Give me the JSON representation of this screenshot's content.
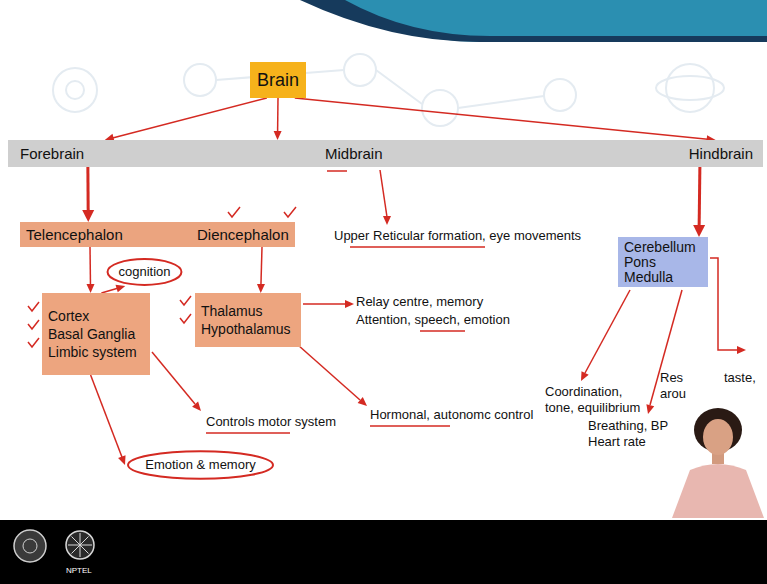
{
  "diagram": {
    "nodes": [
      {
        "text": [
          "Brain"
        ]
      },
      {
        "text": [
          "Forebrain"
        ]
      },
      {
        "text": [
          "Midbrain"
        ]
      },
      {
        "text": [
          "Hindbrain"
        ]
      },
      {
        "text": [
          "Telencephalon"
        ]
      },
      {
        "text": [
          "Diencephalon"
        ]
      },
      {
        "text": [
          "Cortex",
          "Basal Ganglia",
          "Limbic system"
        ]
      },
      {
        "text": [
          "Thalamus",
          "Hypothalamus"
        ]
      },
      {
        "text": [
          "Cerebellum",
          "Pons",
          "Medulla"
        ]
      },
      {
        "text": [
          "cognition"
        ]
      },
      {
        "text": [
          "Emotion & memory"
        ]
      }
    ],
    "edges": [
      {
        "from": 0,
        "to": 1,
        "arrow": "to"
      },
      {
        "from": 0,
        "to": 2,
        "arrow": "to"
      },
      {
        "from": 0,
        "to": 3,
        "arrow": "to"
      },
      {
        "from": 1,
        "to": 4,
        "arrow": "to"
      },
      {
        "from": 3,
        "to": 8,
        "arrow": "to"
      },
      {
        "from": 4,
        "to": 6,
        "arrow": "to"
      },
      {
        "from": 5,
        "to": 7,
        "arrow": "to"
      },
      {
        "from": 6,
        "to": 9,
        "arrow": "to"
      },
      {
        "from": 6,
        "to": 10,
        "arrow": "to"
      }
    ],
    "labels": [
      "Upper Reticular formation, eye movements",
      "Relay centre, memory",
      "Attention, speech, emotion",
      "Controls motor system",
      "Hormonal, autonomc control",
      "Coordination, tone, equilibrium",
      "Breathing, BP Heart rate",
      "Res",
      "taste,",
      "arou",
      "NPTEL"
    ]
  }
}
